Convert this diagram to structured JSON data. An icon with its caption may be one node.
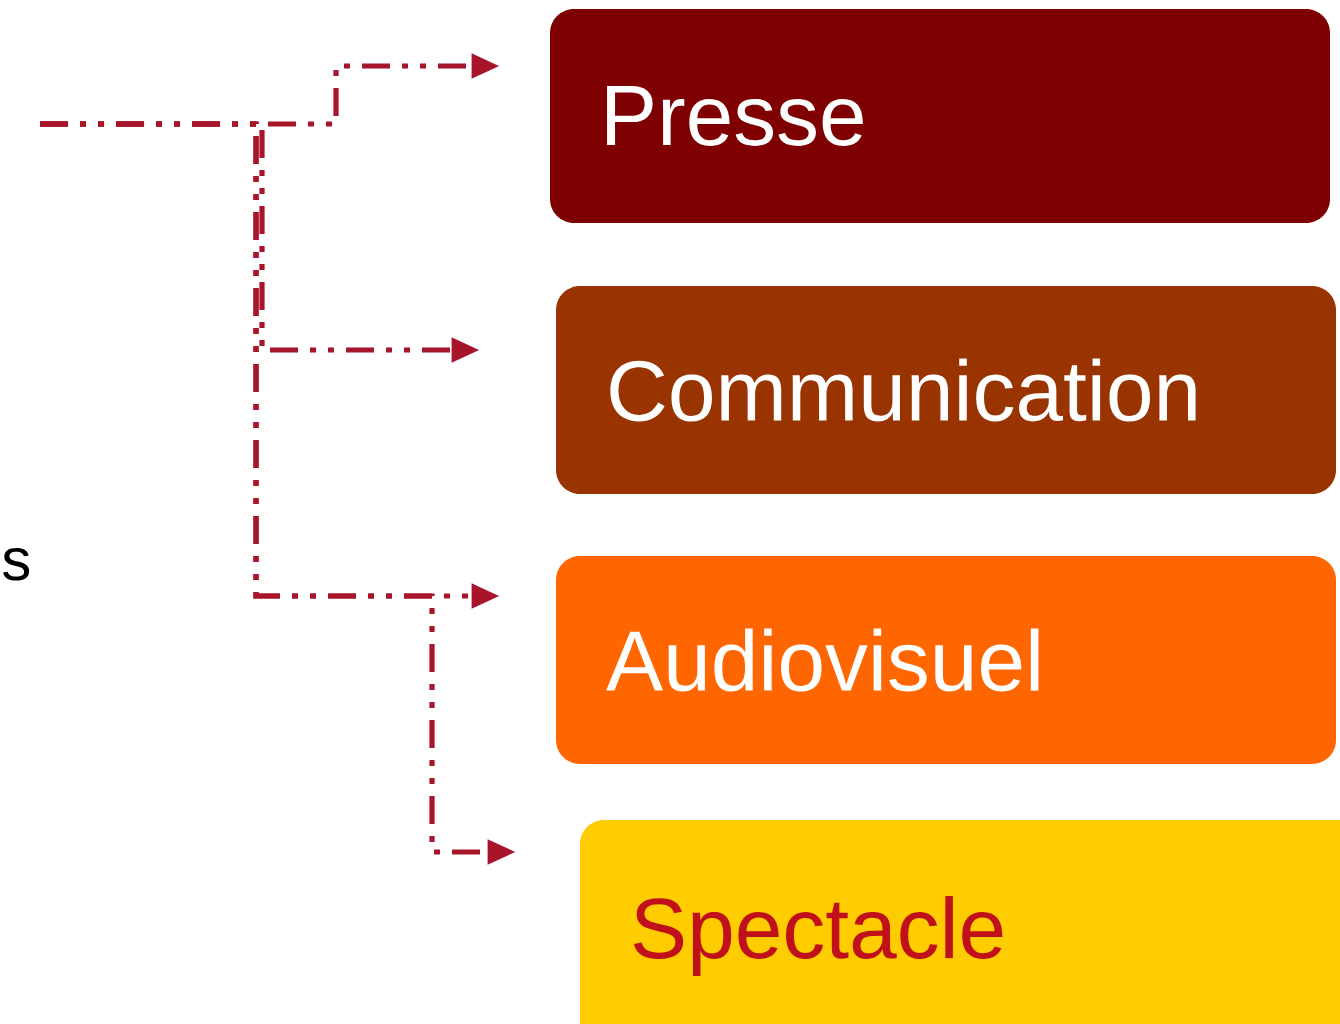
{
  "diagram": {
    "nodes": [
      {
        "text": [
          "Presse"
        ]
      },
      {
        "text": [
          "Communication"
        ]
      },
      {
        "text": [
          "Audiovisuel"
        ]
      },
      {
        "text": [
          "Spectacle"
        ]
      }
    ],
    "edges": [
      {
        "from": null,
        "to": 0,
        "arrow": "to"
      },
      {
        "from": null,
        "to": 1,
        "arrow": "to"
      },
      {
        "from": null,
        "to": 2,
        "arrow": "to"
      },
      {
        "from": null,
        "to": 3,
        "arrow": "to"
      }
    ],
    "labels": [
      "s"
    ]
  }
}
